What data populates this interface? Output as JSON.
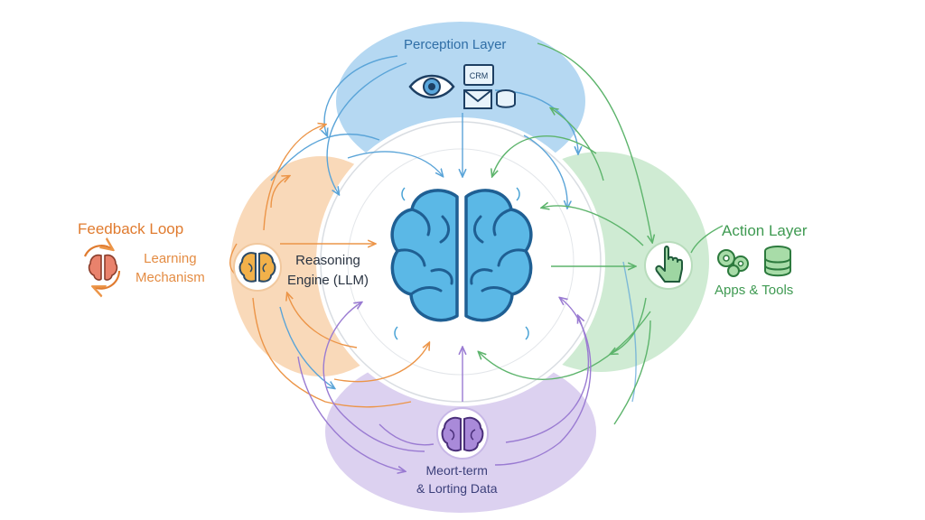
{
  "perception": {
    "title": "Perception Layer",
    "crm_text": "CRM",
    "icons": [
      "eye-icon",
      "crm-screen-icon",
      "mail-icon",
      "database-icon"
    ]
  },
  "feedback": {
    "title": "Feedback Loop",
    "subtitle_line1": "Learning",
    "subtitle_line2": "Mechanism",
    "icons": [
      "brain-cycle-icon"
    ]
  },
  "reasoning": {
    "line1": "Reasoning",
    "line2": "Engine (LLM)",
    "icons": [
      "brain-icon",
      "small-brain-icon"
    ]
  },
  "action": {
    "title": "Action Layer",
    "subtitle": "Apps & Tools",
    "icons": [
      "pointer-hand-icon",
      "gears-icon",
      "database-stack-icon"
    ]
  },
  "memory": {
    "line1": "Meort-term",
    "line2": "& Lorting Data",
    "icons": [
      "purple-brain-icon"
    ]
  },
  "colors": {
    "perception": "#3d8fd0",
    "feedback": "#e98a3d",
    "action": "#59b36a",
    "memory": "#9b7fd0",
    "brain": "#5bb8e6",
    "brain_outline": "#1f5f93"
  }
}
